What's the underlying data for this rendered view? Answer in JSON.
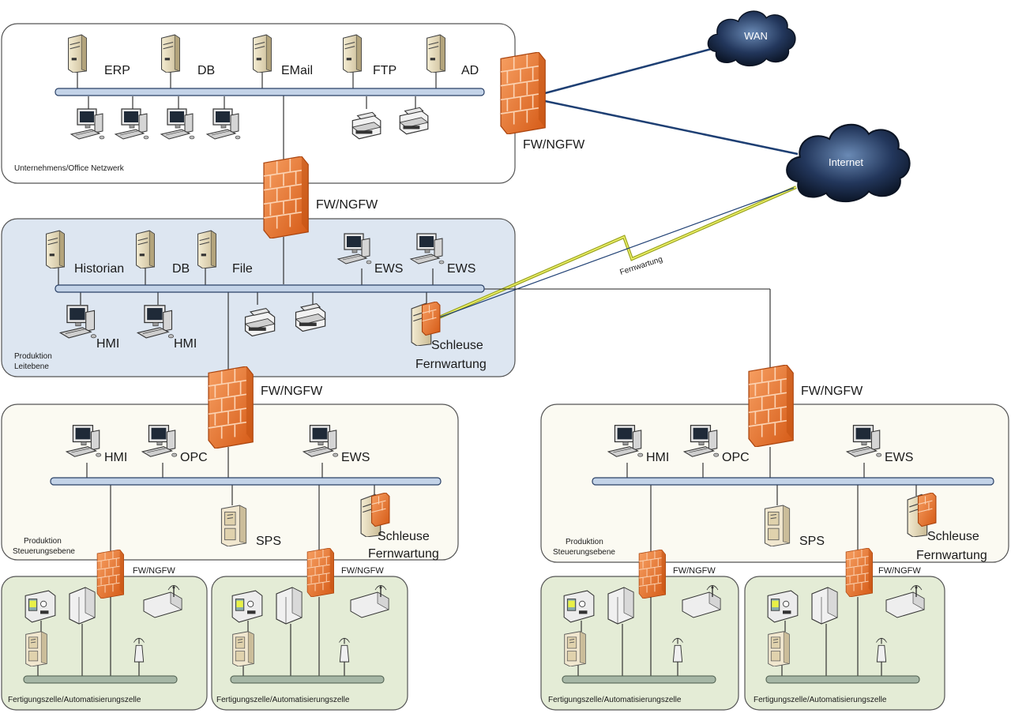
{
  "office": {
    "zone_label": "Unternehmens/Office Netzwerk",
    "servers": [
      "ERP",
      "DB",
      "EMail",
      "FTP",
      "AD"
    ]
  },
  "firewall_label": "FW/NGFW",
  "clouds": {
    "wan": "WAN",
    "internet": "Internet"
  },
  "remote_link_label": "Fernwartung",
  "leit": {
    "zone_label_line1": "Produktion",
    "zone_label_line2": "Leitebene",
    "servers": [
      "Historian",
      "DB",
      "File"
    ],
    "ews": [
      "EWS",
      "EWS"
    ],
    "hmi": [
      "HMI",
      "HMI"
    ],
    "gateway_line1": "Schleuse",
    "gateway_line2": "Fernwartung"
  },
  "steuer": {
    "zone_label_line1": "Produktion",
    "zone_label_line2": "Steuerungsebene",
    "hmi": "HMI",
    "opc": "OPC",
    "ews": "EWS",
    "sps": "SPS",
    "gateway_line1": "Schleuse",
    "gateway_line2": "Fernwartung"
  },
  "cell": {
    "zone_label": "Fertigungszelle/Automatisierungszelle",
    "firewall_label": "FW/NGFW"
  },
  "colors": {
    "firewall": "#e8732c",
    "cloud": "#1b2b4a",
    "wan_link": "#1e3f73",
    "remote_link": "#c9d63c"
  }
}
